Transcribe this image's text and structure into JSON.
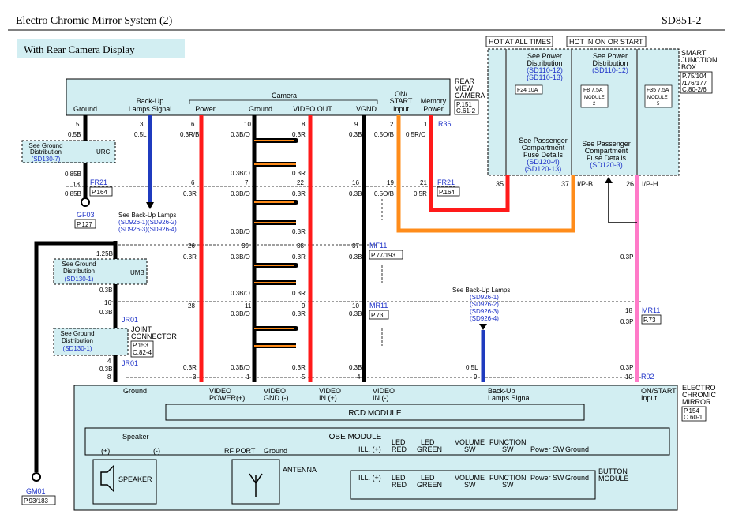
{
  "header": {
    "title": "Electro Chromic Mirror System (2)",
    "code": "SD851-2",
    "subtitle": "With Rear Camera Display"
  },
  "power_tags": {
    "hot_all_times": "HOT AT ALL TIMES",
    "hot_in_on_or_start": "HOT IN ON OR START"
  },
  "sjb": {
    "name_1": "SMART",
    "name_2": "JUNCTION",
    "name_3": "BOX",
    "ref_1": "P.75/104",
    "ref_2": "/176/177",
    "ref_3": "C.80-2/6",
    "see_pd_1": "See Power",
    "see_pd_2": "Distribution",
    "pd_ref_a": "(SD110-12)",
    "pd_ref_b": "(SD110-13)",
    "see_pd2_1": "See Power",
    "see_pd2_2": "Distribution",
    "pd2_ref_a": "(SD110-12)",
    "fuse1": "F24 10A",
    "fuse2_a": "F8 7.5A",
    "fuse2_b": "MODULE",
    "fuse2_c": "2",
    "fuse3_a": "F35 7.5A",
    "fuse3_b": "MODULE",
    "fuse3_c": "5",
    "see_pc_1": "See Passenger",
    "see_pc_2": "Compartment",
    "see_pc_3": "Fuse Details",
    "pc_ref_a": "(SD120-4)",
    "pc_ref_b": "(SD120-13)",
    "see_pc2_1": "See Passenger",
    "see_pc2_2": "Compartment",
    "see_pc2_3": "Fuse Details",
    "pc2_ref_a": "(SD120-3)",
    "pin_35": "35",
    "pin_37": "37",
    "pin_37_conn": "I/P-B",
    "pin_26": "26",
    "pin_26_conn": "I/P-H"
  },
  "camera": {
    "name_1": "REAR",
    "name_2": "VIEW",
    "name_3": "CAMERA",
    "ref_1": "P.151",
    "ref_2": "C.61-2",
    "group_label": "Camera",
    "pins": [
      "Ground",
      "Back-Up",
      "Lamps Signal",
      "Power",
      "Ground",
      "VIDEO OUT",
      "VGND",
      "ON/",
      "START",
      "Input",
      "Memory",
      "Power"
    ],
    "r36": "R36"
  },
  "wires": {
    "w1": [
      "5",
      "0.5B",
      "0.85B",
      "18",
      "0.85B"
    ],
    "w2": [
      "3",
      "0.5L"
    ],
    "w3": [
      "6",
      "0.3R/B",
      "6",
      "0.3R",
      "26",
      "0.3R",
      "28",
      "0.3R",
      "3"
    ],
    "w4": [
      "10",
      "0.3B/O",
      "0.3B/O",
      "7",
      "0.3B/O",
      "0.3B/O",
      "39",
      "0.3B/O",
      "0.3B/O",
      "11",
      "0.3B/O",
      "0.3B/O",
      "1"
    ],
    "w5": [
      "8",
      "0.3R",
      "0.3R",
      "22",
      "0.3R",
      "0.3R",
      "38",
      "0.3R",
      "0.3R",
      "9",
      "0.3R",
      "0.3R",
      "5"
    ],
    "w6": [
      "9",
      "0.3B",
      "16",
      "0.3B",
      "37",
      "0.3B",
      "10",
      "0.3B",
      "0.3B",
      "4"
    ],
    "w7": [
      "2",
      "0.5O/B",
      "19",
      "0.5O/B"
    ],
    "w8": [
      "1",
      "0.5R/O",
      "21",
      "0.5R"
    ],
    "w9": [
      "0.3P",
      "18",
      "0.3P",
      "0.3P",
      "10"
    ],
    "w_left": [
      "1.25B",
      "0.3B",
      "16",
      "0.3B",
      "4",
      "0.3B",
      "8"
    ],
    "w_backup": [
      "0.5L",
      "9"
    ]
  },
  "connectors": {
    "fr21_a": "FR21",
    "fr21_a_ref": "P.164",
    "fr21_b": "FR21",
    "fr21_b_ref": "P.164",
    "mf11": "MF11",
    "mf11_ref": "P.77/193",
    "mr11_a": "MR11",
    "mr11_a_ref": "P.73",
    "mr11_b": "MR11",
    "mr11_b_ref": "P.73",
    "jr01_a": "JR01",
    "jr01_b": "JR01",
    "jc_1": "JOINT",
    "jc_2": "CONNECTOR",
    "jc_ref1": "P.153",
    "jc_ref2": "C.82-4",
    "r02": "R02"
  },
  "grounds": {
    "gf03": "GF03",
    "gf03_ref": "P.127",
    "gm01": "GM01",
    "gm01_ref": "P.93/183",
    "urc": "URC",
    "umb": "UMB",
    "see_gd1_1": "See Ground",
    "see_gd1_2": "Distribution",
    "gd1_ref": "(SD130-7)",
    "see_gd2_1": "See Ground",
    "see_gd2_2": "Distribution",
    "gd2_ref": "(SD130-1)",
    "see_gd3_1": "See Ground",
    "see_gd3_2": "Distribution",
    "gd3_ref": "(SD130-1)"
  },
  "backup_refs": {
    "label": "See Back-Up Lamps",
    "refs_a": "(SD926-1)(SD926-2)",
    "refs_b": "(SD926-3)(SD926-4)",
    "label2": "See Back-Up Lamps",
    "r1": "(SD926-1)",
    "r2": "(SD926-2)",
    "r3": "(SD926-3)",
    "r4": "(SD926-4)"
  },
  "mirror": {
    "name_1": "ELECTRO",
    "name_2": "CHROMIC",
    "name_3": "MIRROR",
    "ref_1": "P.154",
    "ref_2": "C.60-1",
    "pin_labels": [
      "Ground",
      "VIDEO",
      "POWER(+)",
      "VIDEO",
      "GND.(-)",
      "VIDEO",
      "IN (+)",
      "VIDEO",
      "IN (-)",
      "Back-Up",
      "Lamps Signal",
      "ON/START",
      "Input"
    ],
    "rcd_module": "RCD MODULE",
    "obe_module": "OBE MODULE",
    "speaker_group": "Speaker",
    "plus": "(+)",
    "minus": "(-)",
    "speaker": "SPEAKER",
    "rf_port": "RF PORT",
    "rf_ground": "Ground",
    "antenna": "ANTENNA",
    "obe_cols": [
      "ILL. (+)",
      "LED",
      "RED",
      "LED",
      "GREEN",
      "VOLUME",
      "SW",
      "FUNCTION",
      "SW",
      "Power SW",
      "Ground"
    ],
    "btn_cols": [
      "ILL. (+)",
      "LED",
      "RED",
      "LED",
      "GREEN",
      "VOLUME",
      "SW",
      "FUNCTION",
      "SW",
      "Power SW",
      "Ground"
    ],
    "button_module_1": "BUTTON",
    "button_module_2": "MODULE"
  },
  "colors": {
    "red": "#ff1a1a",
    "orange": "#ff8c1a",
    "blue": "#1f3bbf",
    "pink": "#ff7ac8",
    "black": "#000000",
    "brown": "#8b4513",
    "cyan_fill": "#d2eef2",
    "dark_grid": "#000000"
  }
}
